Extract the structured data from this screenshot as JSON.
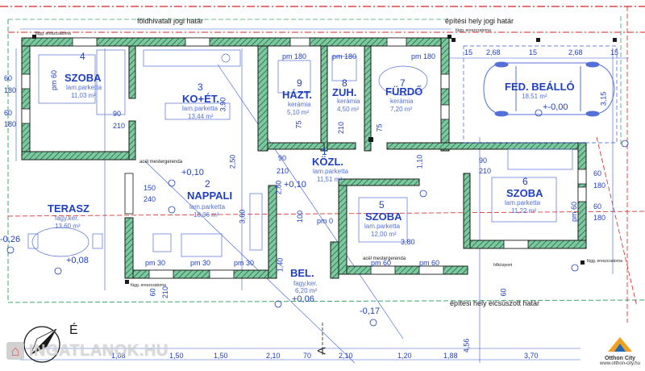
{
  "boundary_labels": {
    "land_registry": "földhivatali jogi határ",
    "site_legal": "építési hely jogi határ",
    "site_shifted": "építési hely elcsúszott határ",
    "steel_beam_1": "acél mestergerenda",
    "steel_beam_2": "acél mestergerenda",
    "drainage_1": "függ. ereszcsatorna",
    "drainage_2": "függ. ereszcsatorna",
    "drainage_3": "függ. ereszcsatorna",
    "drainage_4": "függ. ereszcsatorna",
    "sewer": "hőközpont"
  },
  "rooms": [
    {
      "num": "4",
      "name": "SZOBA",
      "floor": "lam.parketta",
      "area": "11,03 m²"
    },
    {
      "num": "3",
      "name": "KO+ÉT.",
      "floor": "lam.parketta",
      "area": "13,44 m²"
    },
    {
      "num": "9",
      "name": "HÁZT.",
      "floor": "kerámia",
      "area": "5,10 m²"
    },
    {
      "num": "8",
      "name": "ZUH.",
      "floor": "kerámia",
      "area": "4,50 m²"
    },
    {
      "num": "7",
      "name": "FÜRDŐ",
      "floor": "kerámia",
      "area": "7,20 m²"
    },
    {
      "num": "",
      "name": "FED. BEÁLLÓ",
      "floor": "",
      "area": "18,51 m²"
    },
    {
      "num": "1",
      "name": "KÖZL.",
      "floor": "lam.parketta",
      "area": "11,51 m²"
    },
    {
      "num": "2",
      "name": "NAPPALI",
      "floor": "lam.parketta",
      "area": "18,06 m²"
    },
    {
      "num": "",
      "name": "TERASZ",
      "floor": "fagy.ker.",
      "area": "13,60 m²"
    },
    {
      "num": "5",
      "name": "SZOBA",
      "floor": "lam.parketta",
      "area": "12,00 m²"
    },
    {
      "num": "6",
      "name": "SZOBA",
      "floor": "lam.parketta",
      "area": "11,22 m²"
    },
    {
      "num": "",
      "name": "BEL.",
      "floor": "fagy.ker.",
      "area": "6,20 m²"
    }
  ],
  "levels": {
    "carport": "+-0,00",
    "living": "+0,10",
    "hall": "+0,10",
    "terrace_left": "-0,26",
    "terrace": "+0,08",
    "entry": "+0,06",
    "outside": "-0,17"
  },
  "parapets": {
    "p1": "pm 180",
    "p2": "pm 180",
    "p3": "pm 180",
    "p4": "pm 60",
    "p5": "pm 60",
    "p6": "pm 30",
    "p7": "pm 30",
    "p8": "pm 30",
    "p9": "pm 0",
    "p10": "pm 60",
    "p11": "pm 60"
  },
  "dimensions": {
    "carport_1": "2,68",
    "carport_2": "2,68",
    "carport_3": "15",
    "carport_4": "15",
    "carport_5": "15",
    "carport_side": "3,15",
    "bottom": [
      "1,08",
      "1,50",
      "1,50",
      "2,10",
      "70",
      "2,10",
      "1,20",
      "1,88",
      "3,70"
    ],
    "bottom_extra": "4,56",
    "door_1": "90",
    "door_2": "210",
    "door_3": "150",
    "door_4": "240",
    "door_5": "3,90",
    "door_6": "3,60",
    "door_7": "2,50",
    "door_8": "2,80",
    "door_9": "1,10",
    "door_10": "3,80",
    "door_11": "1,40",
    "door_12": "75",
    "win_1": "60",
    "win_2": "180",
    "win_3": "60",
    "win_4": "180",
    "win_5": "60",
    "win_6": "180",
    "win_7": "60",
    "win_8": "180",
    "win_9": "210",
    "win_10": "100",
    "win_11": "210",
    "win_12": "90",
    "win_13": "210",
    "win_14": "60",
    "win_15": "210",
    "win_16": "75",
    "win_17": "90",
    "win_18": "60"
  },
  "section_marker": "A",
  "watermark_left": "INGATLANOK.HU",
  "watermark_right_name": "Otthon City",
  "watermark_right_url": "www.otthon-city.hu",
  "colors": {
    "wall_fill": "#4aaa7a",
    "wall_border": "#1a1a1a",
    "dimension": "#1f3fbf",
    "boundary_red": "#dd2222",
    "boundary_green": "#3aa86a"
  }
}
